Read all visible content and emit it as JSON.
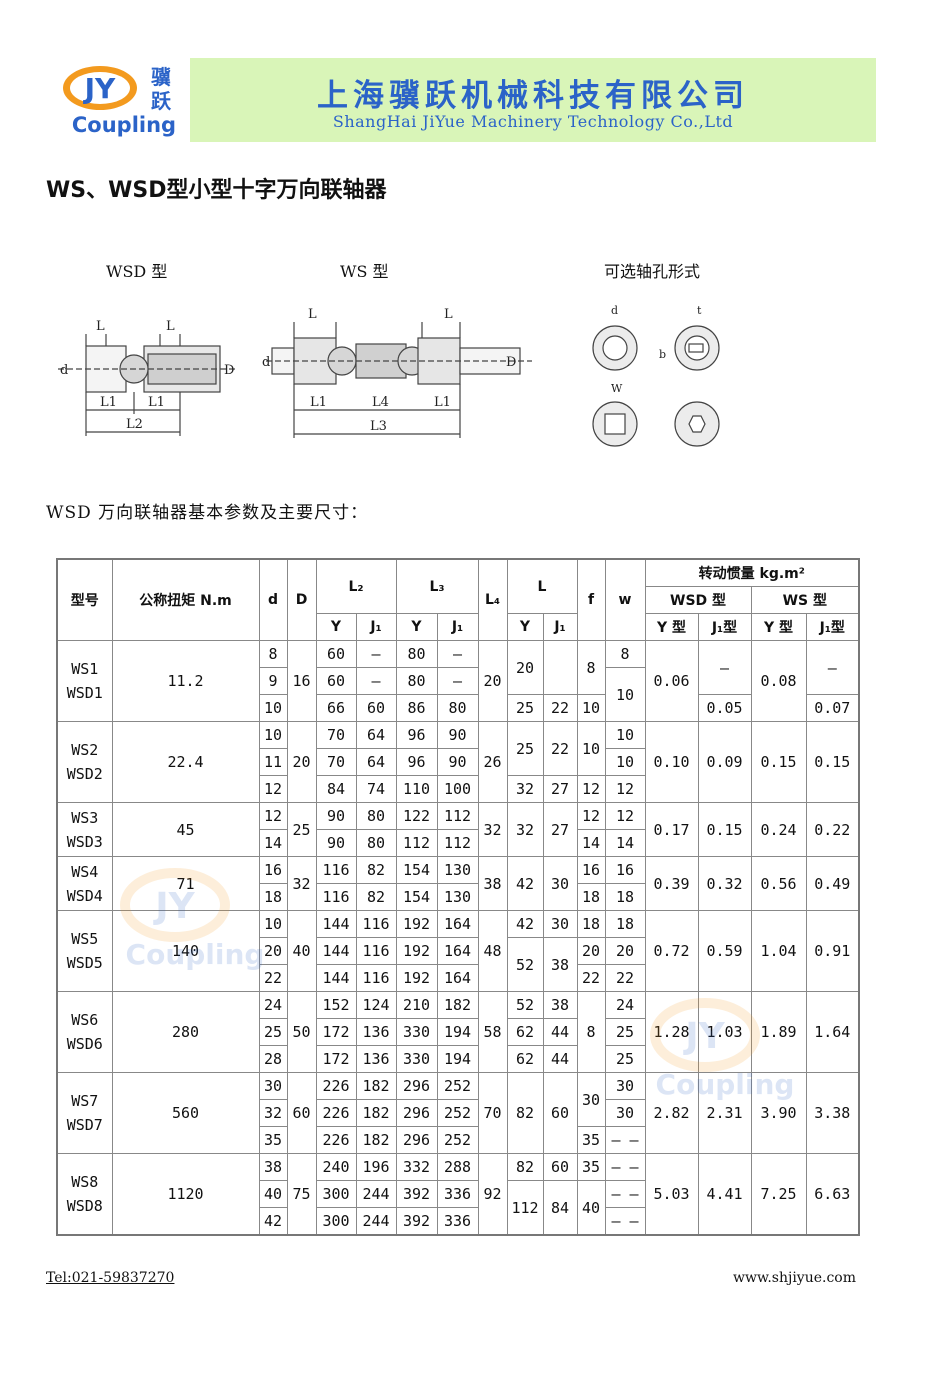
{
  "header": {
    "logo_letters": "JY",
    "logo_cn": "骥跃",
    "logo_word": "Coupling",
    "company_cn": "上海骥跃机械科技有限公司",
    "company_en": "ShangHai JiYue Machinery Technology Co.,Ltd"
  },
  "title": "WS、WSD型小型十字万向联轴器",
  "figures": {
    "wsd_label": "WSD 型",
    "ws_label": "WS 型",
    "bore_label": "可选轴孔形式",
    "dims": {
      "L": "L",
      "L1": "L1",
      "L2": "L2",
      "L3": "L3",
      "L4": "L4",
      "d": "d",
      "D": "D",
      "t": "t",
      "b": "b",
      "W": "W"
    }
  },
  "subtitle": "WSD 万向联轴器基本参数及主要尺寸：",
  "table": {
    "headers": {
      "model": "型号",
      "torque": "公称扭矩 N.m",
      "d": "d",
      "D": "D",
      "L2": "L₂",
      "L3": "L₃",
      "L4": "L₄",
      "L": "L",
      "f": "f",
      "w": "w",
      "inertia": "转动惯量 kg.m²",
      "wsd": "WSD 型",
      "ws": "WS 型",
      "Y": "Y",
      "J1": "J₁",
      "Ytype": "Y 型",
      "J1type": "J₁型"
    },
    "groups": [
      {
        "models": [
          "WS1",
          "WSD1"
        ],
        "torque": "11.2",
        "D": "16",
        "L4": "20",
        "rows": [
          {
            "d": "8",
            "L2Y": "60",
            "L2J": "–",
            "L3Y": "80",
            "L3J": "–",
            "f": "8",
            "w": "8"
          },
          {
            "d": "9",
            "L2Y": "60",
            "L2J": "–",
            "L3Y": "80",
            "L3J": "–",
            "w": "10"
          },
          {
            "d": "10",
            "L2Y": "66",
            "L2J": "60",
            "L3Y": "86",
            "L3J": "80",
            "LY": "25",
            "LJ": "22",
            "f": "10"
          }
        ],
        "L_top": "20",
        "wsdY": "0.06",
        "wsdJ_top": "–",
        "wsdJ_bot": "0.05",
        "wsY": "0.08",
        "wsJ_top": "–",
        "wsJ_bot": "0.07"
      },
      {
        "models": [
          "WS2",
          "WSD2"
        ],
        "torque": "22.4",
        "D": "20",
        "L4": "26",
        "rows": [
          {
            "d": "10",
            "L2Y": "70",
            "L2J": "64",
            "L3Y": "96",
            "L3J": "90",
            "f": "10",
            "w": "10"
          },
          {
            "d": "11",
            "L2Y": "70",
            "L2J": "64",
            "L3Y": "96",
            "L3J": "90",
            "w": "10"
          },
          {
            "d": "12",
            "L2Y": "84",
            "L2J": "74",
            "L3Y": "110",
            "L3J": "100",
            "LY": "32",
            "LJ": "27",
            "f": "12",
            "w": "12"
          }
        ],
        "LY12": "25",
        "LJ12": "22",
        "wsdY": "0.10",
        "wsdJ": "0.09",
        "wsY": "0.15",
        "wsJ": "0.15"
      },
      {
        "models": [
          "WS3",
          "WSD3"
        ],
        "torque": "45",
        "D": "25",
        "L4": "32",
        "LY": "32",
        "LJ": "27",
        "rows": [
          {
            "d": "12",
            "L2Y": "90",
            "L2J": "80",
            "L3Y": "122",
            "L3J": "112",
            "f": "12",
            "w": "12"
          },
          {
            "d": "14",
            "L2Y": "90",
            "L2J": "80",
            "L3Y": "112",
            "L3J": "112",
            "f": "14",
            "w": "14"
          }
        ],
        "wsdY": "0.17",
        "wsdJ": "0.15",
        "wsY": "0.24",
        "wsJ": "0.22"
      },
      {
        "models": [
          "WS4",
          "WSD4"
        ],
        "torque": "71",
        "D": "32",
        "L4": "38",
        "LY": "42",
        "LJ": "30",
        "rows": [
          {
            "d": "16",
            "L2Y": "116",
            "L2J": "82",
            "L3Y": "154",
            "L3J": "130",
            "f": "16",
            "w": "16"
          },
          {
            "d": "18",
            "L2Y": "116",
            "L2J": "82",
            "L3Y": "154",
            "L3J": "130",
            "f": "18",
            "w": "18"
          }
        ],
        "wsdY": "0.39",
        "wsdJ": "0.32",
        "wsY": "0.56",
        "wsJ": "0.49"
      },
      {
        "models": [
          "WS5",
          "WSD5"
        ],
        "torque": "140",
        "D": "40",
        "L4": "48",
        "rows": [
          {
            "d": "10",
            "L2Y": "144",
            "L2J": "116",
            "L3Y": "192",
            "L3J": "164",
            "LY": "42",
            "LJ": "30",
            "f": "18",
            "w": "18"
          },
          {
            "d": "20",
            "L2Y": "144",
            "L2J": "116",
            "L3Y": "192",
            "L3J": "164",
            "f": "20",
            "w": "20"
          },
          {
            "d": "22",
            "L2Y": "144",
            "L2J": "116",
            "L3Y": "192",
            "L3J": "164",
            "f": "22",
            "w": "22"
          }
        ],
        "LY_bot": "52",
        "LJ_bot": "38",
        "wsdY": "0.72",
        "wsdJ": "0.59",
        "wsY": "1.04",
        "wsJ": "0.91"
      },
      {
        "models": [
          "WS6",
          "WSD6"
        ],
        "torque": "280",
        "D": "50",
        "L4": "58",
        "f": "8",
        "rows": [
          {
            "d": "24",
            "L2Y": "152",
            "L2J": "124",
            "L3Y": "210",
            "L3J": "182",
            "LY": "52",
            "LJ": "38",
            "w": "24"
          },
          {
            "d": "25",
            "L2Y": "172",
            "L2J": "136",
            "L3Y": "330",
            "L3J": "194",
            "LY": "62",
            "LJ": "44",
            "w": "25"
          },
          {
            "d": "28",
            "L2Y": "172",
            "L2J": "136",
            "L3Y": "330",
            "L3J": "194",
            "LY": "62",
            "LJ": "44",
            "w": "25"
          }
        ],
        "wsdY": "1.28",
        "wsdJ": "1.03",
        "wsY": "1.89",
        "wsJ": "1.64"
      },
      {
        "models": [
          "WS7",
          "WSD7"
        ],
        "torque": "560",
        "D": "60",
        "L4": "70",
        "LY": "82",
        "LJ": "60",
        "f_top": "30",
        "f_bot": "35",
        "rows": [
          {
            "d": "30",
            "L2Y": "226",
            "L2J": "182",
            "L3Y": "296",
            "L3J": "252",
            "w": "30"
          },
          {
            "d": "32",
            "L2Y": "226",
            "L2J": "182",
            "L3Y": "296",
            "L3J": "252",
            "w": "30"
          },
          {
            "d": "35",
            "L2Y": "226",
            "L2J": "182",
            "L3Y": "296",
            "L3J": "252",
            "w": "– –"
          }
        ],
        "wsdY": "2.82",
        "wsdJ": "2.31",
        "wsY": "3.90",
        "wsJ": "3.38"
      },
      {
        "models": [
          "WS8",
          "WSD8"
        ],
        "torque": "1120",
        "D": "75",
        "L4": "92",
        "rows": [
          {
            "d": "38",
            "L2Y": "240",
            "L2J": "196",
            "L3Y": "332",
            "L3J": "288",
            "LY": "82",
            "LJ": "60",
            "f": "35",
            "w": "– –"
          },
          {
            "d": "40",
            "L2Y": "300",
            "L2J": "244",
            "L3Y": "392",
            "L3J": "336",
            "w": "– –"
          },
          {
            "d": "42",
            "L2Y": "300",
            "L2J": "244",
            "L3Y": "392",
            "L3J": "336",
            "w": "– –"
          }
        ],
        "LY_bot": "112",
        "LJ_bot": "84",
        "f_bot": "40",
        "wsdY": "5.03",
        "wsdJ": "4.41",
        "wsY": "7.25",
        "wsJ": "6.63"
      }
    ]
  },
  "footer": {
    "tel": "Tel:021-59837270",
    "web": "www.shjiyue.com"
  },
  "colors": {
    "banner_bg": "#d9f5b8",
    "brand_blue": "#2b63c8",
    "brand_orange": "#f39a1e"
  }
}
